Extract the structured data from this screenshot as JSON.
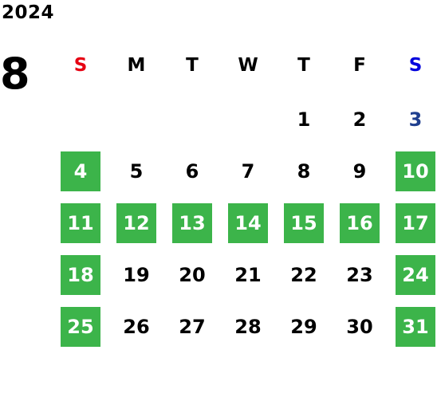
{
  "calendar": {
    "year": "2024",
    "month": "8",
    "weekdays": [
      "S",
      "M",
      "T",
      "W",
      "T",
      "F",
      "S"
    ],
    "first_weekday_index": 4,
    "days_in_month": 31,
    "highlighted_days": [
      4,
      10,
      11,
      12,
      13,
      14,
      15,
      16,
      17,
      18,
      24,
      25,
      31
    ],
    "colors": {
      "highlight_bg": "#3cb44a",
      "highlight_text": "#ffffff",
      "sunday_header": "#e60012",
      "saturday_header": "#0000dd",
      "saturday_day": "#1f3f8f",
      "default_text": "#000000"
    }
  }
}
